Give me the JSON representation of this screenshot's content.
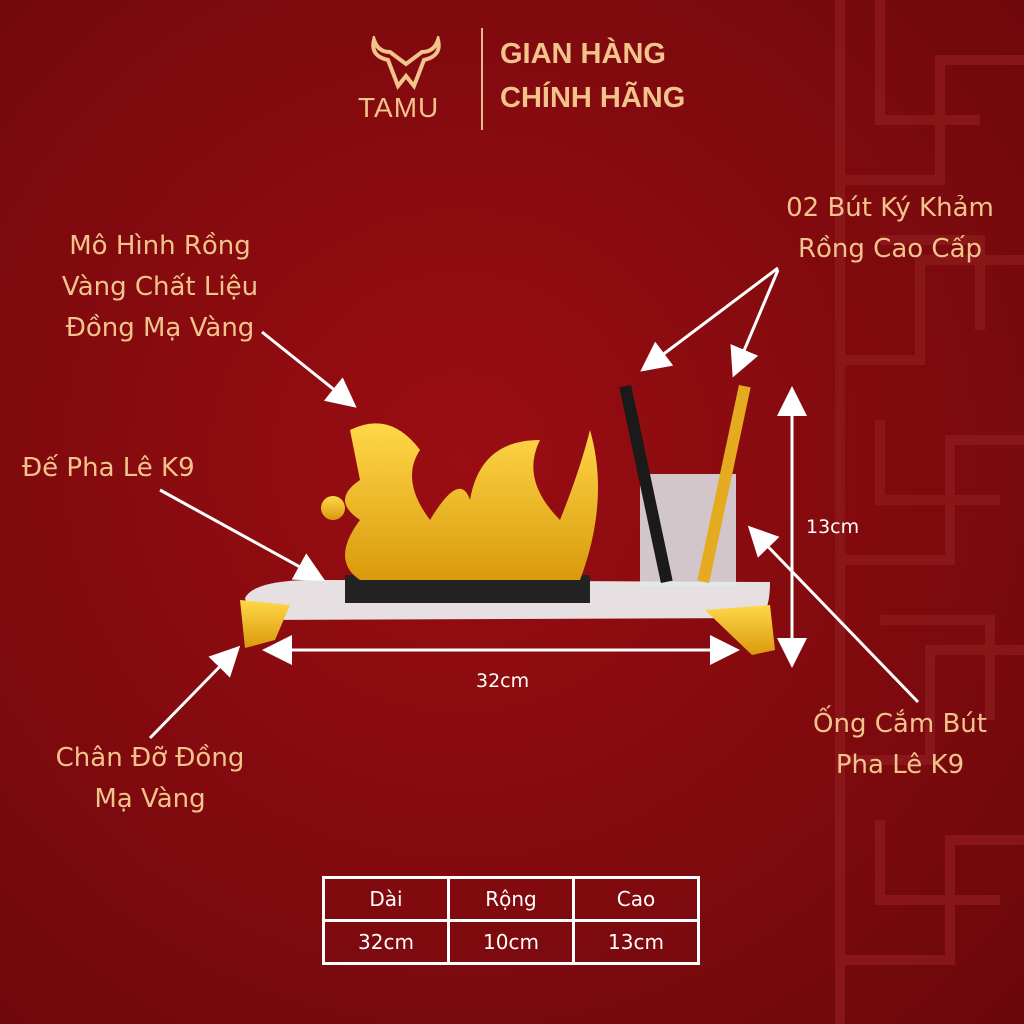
{
  "brand": {
    "name": "TAMU",
    "slogan_line1": "GIAN HÀNG",
    "slogan_line2": "CHÍNH HÃNG"
  },
  "callouts": {
    "dragon": [
      "Mô Hình Rồng",
      "Vàng Chất Liệu",
      "Đồng Mạ Vàng"
    ],
    "base": "Đế Pha Lê K9",
    "feet": [
      "Chân Đỡ Đồng",
      "Mạ Vàng"
    ],
    "pens": [
      "02 Bút Ký Khảm",
      "Rồng Cao Cấp"
    ],
    "holder": [
      "Ống Cắm Bút",
      "Pha Lê K9"
    ]
  },
  "dimensions": {
    "width_label": "32cm",
    "height_label": "13cm"
  },
  "spec_table": {
    "headers": [
      "Dài",
      "Rộng",
      "Cao"
    ],
    "values": [
      "32cm",
      "10cm",
      "13cm"
    ]
  },
  "colors": {
    "background": "#7e0a0e",
    "label": "#f2c48c",
    "gold": "#f2b518"
  }
}
